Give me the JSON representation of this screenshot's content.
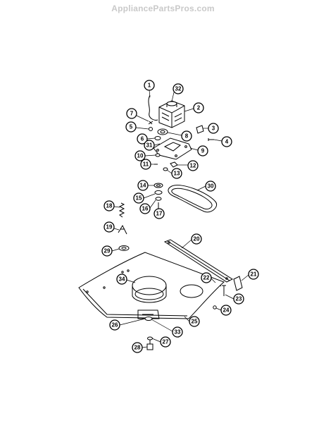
{
  "watermark": "AppliancePartsPros.com",
  "callouts": [
    {
      "id": "c1",
      "label": "1"
    },
    {
      "id": "c32",
      "label": "32"
    },
    {
      "id": "c2",
      "label": "2"
    },
    {
      "id": "c7",
      "label": "7"
    },
    {
      "id": "c5",
      "label": "5"
    },
    {
      "id": "c3",
      "label": "3"
    },
    {
      "id": "c8",
      "label": "8"
    },
    {
      "id": "c6",
      "label": "6"
    },
    {
      "id": "c4",
      "label": "4"
    },
    {
      "id": "c31",
      "label": "31"
    },
    {
      "id": "c9",
      "label": "9"
    },
    {
      "id": "c10",
      "label": "10"
    },
    {
      "id": "c11",
      "label": "11"
    },
    {
      "id": "c12",
      "label": "12"
    },
    {
      "id": "c13",
      "label": "13"
    },
    {
      "id": "c14",
      "label": "14"
    },
    {
      "id": "c30",
      "label": "30"
    },
    {
      "id": "c15",
      "label": "15"
    },
    {
      "id": "c16",
      "label": "16"
    },
    {
      "id": "c17",
      "label": "17"
    },
    {
      "id": "c18",
      "label": "18"
    },
    {
      "id": "c19",
      "label": "19"
    },
    {
      "id": "c20",
      "label": "20"
    },
    {
      "id": "c29",
      "label": "29"
    },
    {
      "id": "c21",
      "label": "21"
    },
    {
      "id": "c22",
      "label": "22"
    },
    {
      "id": "c34",
      "label": "34"
    },
    {
      "id": "c23",
      "label": "23"
    },
    {
      "id": "c24",
      "label": "24"
    },
    {
      "id": "c25",
      "label": "25"
    },
    {
      "id": "c26",
      "label": "26"
    },
    {
      "id": "c33",
      "label": "33"
    },
    {
      "id": "c27",
      "label": "27"
    },
    {
      "id": "c28",
      "label": "28"
    }
  ]
}
